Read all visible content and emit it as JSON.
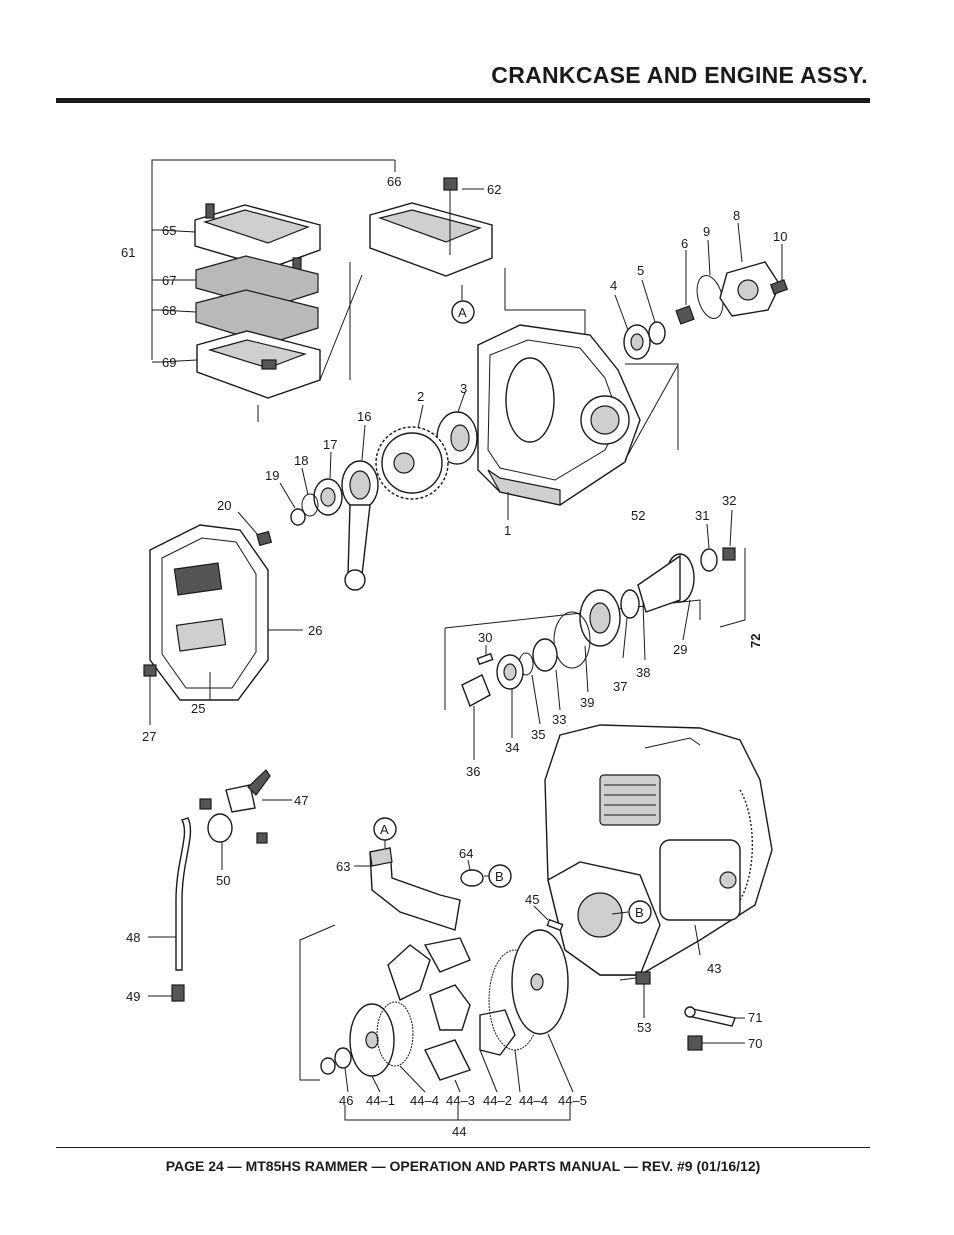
{
  "page_title": "CRANKCASE AND ENGINE ASSY.",
  "footer": "PAGE 24 — MT85HS RAMMER — OPERATION AND PARTS MANUAL — REV. #9 (01/16/12)",
  "callouts": {
    "c61": "61",
    "c65": "65",
    "c67": "67",
    "c68": "68",
    "c69": "69",
    "c66": "66",
    "c62": "62",
    "cA1": "A",
    "c6": "6",
    "c9": "9",
    "c8": "8",
    "c10": "10",
    "c5": "5",
    "c4": "4",
    "c3": "3",
    "c2": "2",
    "c16": "16",
    "c17": "17",
    "c18": "18",
    "c19": "19",
    "c20": "20",
    "c1": "1",
    "c52": "52",
    "c31": "31",
    "c32": "32",
    "c26": "26",
    "c25": "25",
    "c27": "27",
    "c72": "72",
    "c29": "29",
    "c30": "30",
    "c37": "37",
    "c38": "38",
    "c39": "39",
    "c33": "33",
    "c35": "35",
    "c34": "34",
    "c36": "36",
    "c47": "47",
    "c50": "50",
    "c48": "48",
    "c49": "49",
    "cA2": "A",
    "c63": "63",
    "c64": "64",
    "cB1": "B",
    "c45": "45",
    "cB2": "B",
    "c43": "43",
    "c53": "53",
    "c71": "71",
    "c70": "70",
    "c46": "46",
    "c44_1": "44–1",
    "c44_4a": "44–4",
    "c44_3": "44–3",
    "c44_2": "44–2",
    "c44_4b": "44–4",
    "c44_5": "44–5",
    "c44": "44"
  }
}
